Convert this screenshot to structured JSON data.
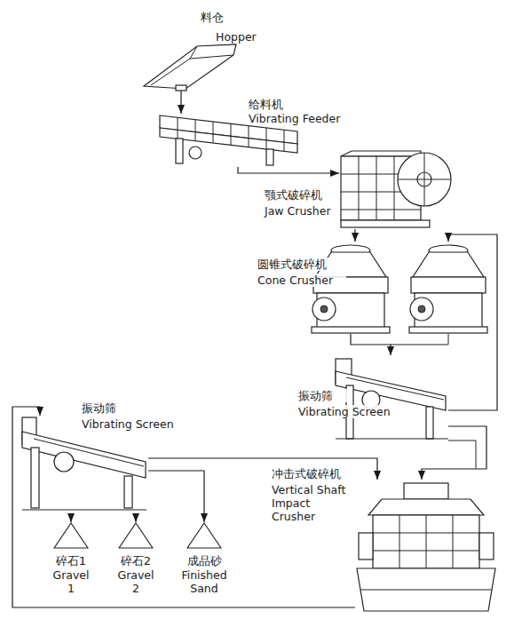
{
  "diagram": {
    "nodes": [
      {
        "text": [
          "料仓",
          "Hopper"
        ]
      },
      {
        "text": [
          "给料机",
          "Vibrating Feeder"
        ]
      },
      {
        "text": [
          "颚式破碎机",
          "Jaw Crusher"
        ]
      },
      {
        "text": [
          "圆锥式破碎机",
          "Cone Crusher"
        ]
      },
      {
        "text": [
          "振动筛",
          "Vibrating Screen"
        ]
      },
      {
        "text": [
          "振动筛",
          "Vibrating Screen"
        ]
      },
      {
        "text": [
          "冲击式破碎机",
          "Vertical Shaft Impact Crusher"
        ]
      },
      {
        "text": [
          "碎石1",
          "Gravel 1"
        ]
      },
      {
        "text": [
          "碎石2",
          "Gravel 2"
        ]
      },
      {
        "text": [
          "成品砂",
          "Finished Sand"
        ]
      }
    ],
    "edges": [
      {
        "from": 0,
        "to": 1,
        "arrow": "to"
      },
      {
        "from": 1,
        "to": 2,
        "arrow": "to"
      },
      {
        "from": 2,
        "to": 3,
        "arrow": "to"
      },
      {
        "from": 3,
        "to": 4,
        "arrow": "to"
      },
      {
        "from": 4,
        "to": 3,
        "arrow": "to"
      },
      {
        "from": 4,
        "to": 6,
        "arrow": "to"
      },
      {
        "from": 5,
        "to": 6,
        "arrow": "to"
      },
      {
        "from": 6,
        "to": 5,
        "arrow": "to"
      },
      {
        "from": 5,
        "to": 7,
        "arrow": "to"
      },
      {
        "from": 5,
        "to": 8,
        "arrow": "to"
      },
      {
        "from": 5,
        "to": 9,
        "arrow": "to"
      }
    ]
  }
}
